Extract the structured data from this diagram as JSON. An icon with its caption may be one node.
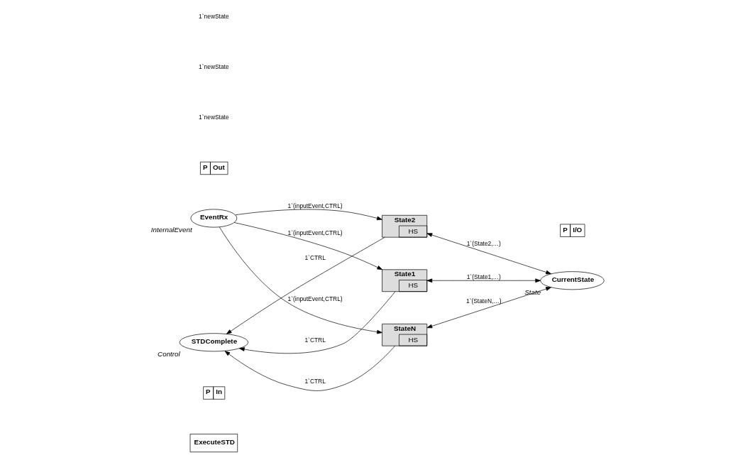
{
  "diagram": {
    "nodes": [
      {
        "text": [
          "ExecuteSTD"
        ]
      },
      {
        "text": [
          "P",
          "In"
        ]
      },
      {
        "text": [
          "EventRx"
        ],
        "beside": [
          "InternalEvent"
        ]
      },
      {
        "text": [
          "State1",
          "HS"
        ]
      },
      {
        "text": [
          "State2",
          "HS"
        ]
      },
      {
        "text": [
          "StateN",
          "HS"
        ]
      },
      {
        "text": [
          "P",
          "I/O"
        ]
      },
      {
        "text": [
          "CurrentState"
        ],
        "beside": [
          "State"
        ]
      },
      {
        "text": [
          "P",
          "Out"
        ]
      },
      {
        "text": [
          "STDComplete"
        ],
        "beside": [
          "Control"
        ]
      }
    ],
    "edges": [
      {
        "from": 2,
        "to": 3,
        "arrow": "to",
        "label": "1`(inputEvent,CTRL)"
      },
      {
        "from": 2,
        "to": 4,
        "arrow": "to",
        "label": "1`(inputEvent,CTRL)"
      },
      {
        "from": 2,
        "to": 5,
        "arrow": "to",
        "label": "1`(inputEvent,CTRL)"
      },
      {
        "from": 3,
        "to": 9,
        "arrow": "to",
        "label": "1`CTRL"
      },
      {
        "from": 4,
        "to": 9,
        "arrow": "to",
        "label": "1`CTRL"
      },
      {
        "from": 5,
        "to": 9,
        "arrow": "to",
        "label": "1`CTRL"
      },
      {
        "from": 3,
        "to": 7,
        "arrow": "both",
        "label": "1`(State1,…)"
      },
      {
        "from": 4,
        "to": 7,
        "arrow": "both",
        "label": "1`(State2,…)"
      },
      {
        "from": 5,
        "to": 7,
        "arrow": "both",
        "label": "1`(StateN,…)"
      }
    ],
    "labels": [
      "1`newState",
      "1`newState",
      "1`newState"
    ]
  }
}
